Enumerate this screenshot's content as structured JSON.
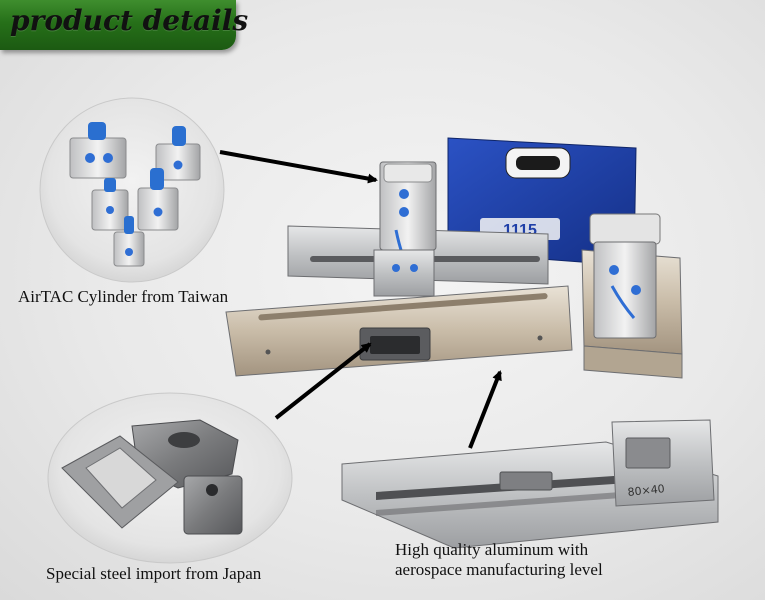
{
  "banner": {
    "title": "product details",
    "color": "#267019"
  },
  "captions": {
    "airtac": "AirTAC Cylinder from Taiwan",
    "steel": "Special steel import from Japan",
    "aluminum_line1": "High quality aluminum with",
    "aluminum_line2": "aerospace manufacturing level"
  },
  "package": {
    "number": "1115"
  },
  "die_marking": "80×40",
  "colors": {
    "package_blue": "#1f3fa8",
    "cylinder_cap_blue": "#2a6fd0",
    "fitting_blue": "#2f6ed4",
    "steel_gray": "#8f9092",
    "aluminum": "#c9cacc"
  }
}
